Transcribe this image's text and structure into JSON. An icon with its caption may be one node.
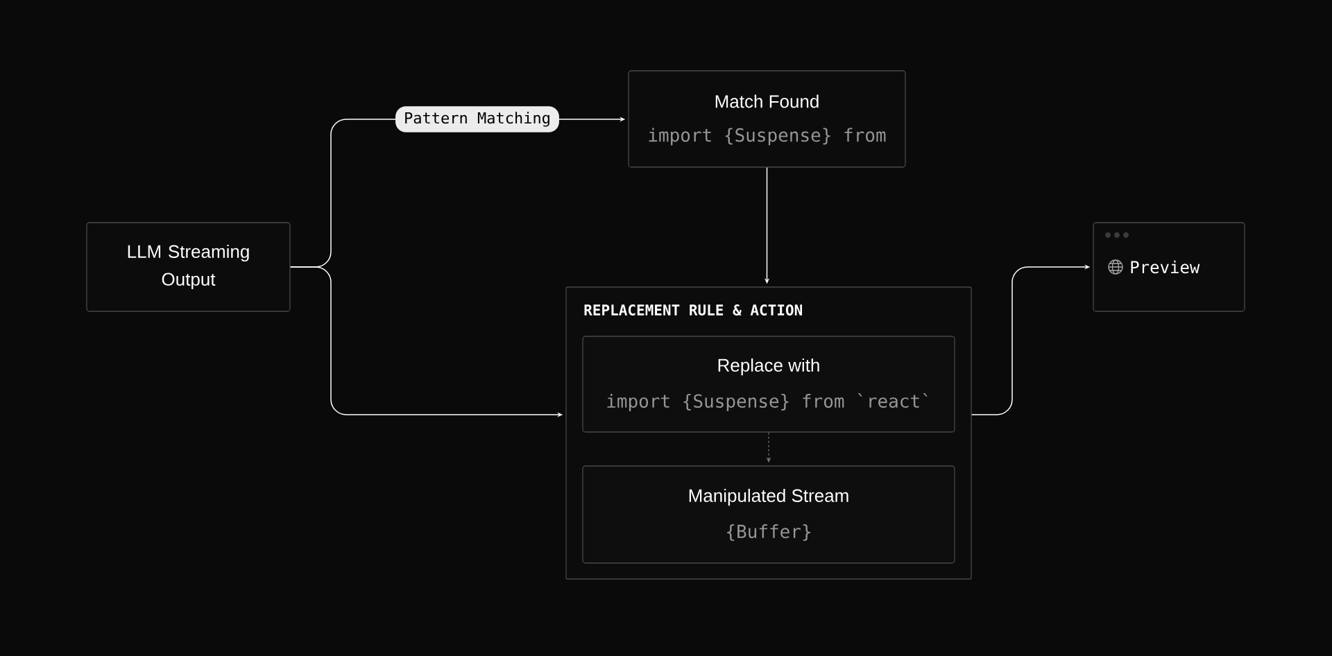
{
  "diagram": {
    "nodes": [
      {
        "text": [
          "LLM Streaming Output"
        ]
      },
      {
        "text": [
          "Match Found",
          "import {Suspense} from"
        ]
      },
      {
        "text": [
          "REPLACEMENT RULE & ACTION"
        ]
      },
      {
        "text": [
          "Replace with",
          "import {Suspense} from `react`"
        ],
        "in": 2
      },
      {
        "text": [
          "Manipulated Stream",
          "{Buffer}"
        ],
        "in": 2
      },
      {
        "text": [
          "Preview"
        ]
      }
    ],
    "edges": [
      {
        "from": 0,
        "to": 1,
        "arrow": "to",
        "label": "Pattern Matching"
      },
      {
        "from": 0,
        "to": 2,
        "arrow": "to"
      },
      {
        "from": 1,
        "to": 2,
        "arrow": "to"
      },
      {
        "from": 3,
        "to": 4,
        "arrow": "to",
        "style": "dashed",
        "color": "#777777"
      },
      {
        "from": 2,
        "to": 5,
        "arrow": "to"
      }
    ]
  }
}
